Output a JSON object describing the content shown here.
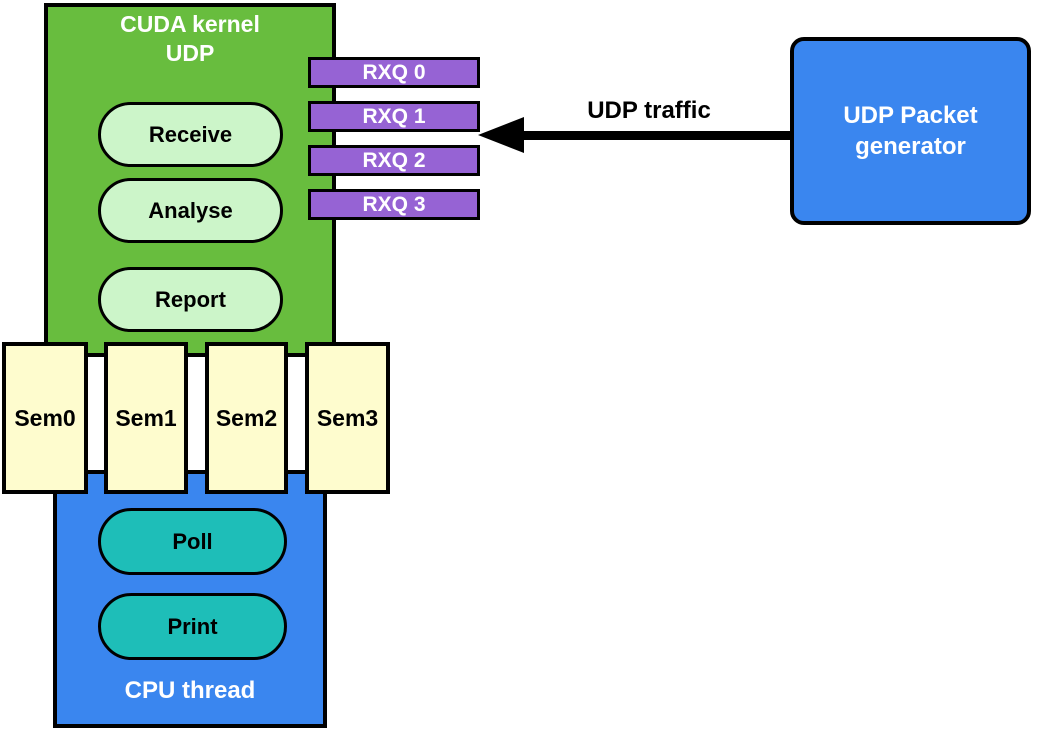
{
  "diagram": {
    "background": "#ffffff",
    "border_color": "#000000"
  },
  "cuda_kernel": {
    "title": "CUDA kernel\nUDP",
    "fill": "#68BD3E",
    "title_color": "#ffffff",
    "steps": [
      "Receive",
      "Analyse",
      "Report"
    ],
    "step_fill": "#CCF5C9"
  },
  "rx_queues": {
    "labels": [
      "RXQ 0",
      "RXQ 1",
      "RXQ 2",
      "RXQ 3"
    ],
    "fill": "#9663D4",
    "text_color": "#ffffff"
  },
  "udp_traffic": {
    "label": "UDP traffic",
    "arrow_color": "#000000",
    "direction": "right-to-left"
  },
  "packet_generator": {
    "title": "UDP Packet\ngenerator",
    "fill": "#3A86EF",
    "title_color": "#ffffff"
  },
  "semaphores": {
    "labels": [
      "Sem0",
      "Sem1",
      "Sem2",
      "Sem3"
    ],
    "fill": "#FEFCCE"
  },
  "cpu_thread": {
    "title": "CPU thread",
    "fill": "#3A86EF",
    "title_color": "#ffffff",
    "steps": [
      "Poll",
      "Print"
    ],
    "step_fill": "#1EBEB8"
  }
}
